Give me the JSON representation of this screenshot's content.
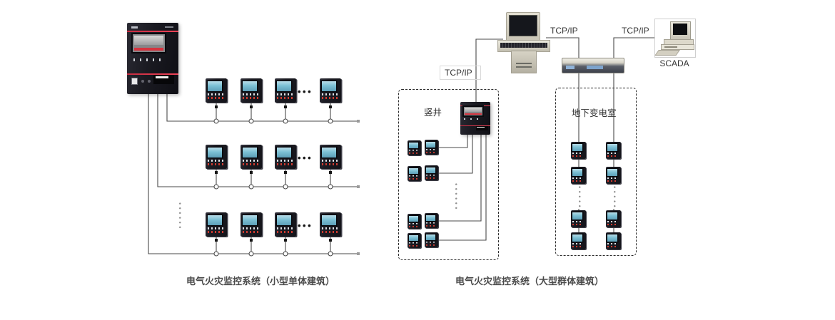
{
  "left_system": {
    "caption": "电气火灾监控系统（小型单体建筑）"
  },
  "right_system": {
    "caption": "电气火灾监控系统（大型群体建筑）",
    "shaft_label": "竖井",
    "substation_label": "地下变电室",
    "scada_label": "SCADA",
    "tcpip_labels": [
      "TCP/IP",
      "TCP/IP",
      "TCP/IP"
    ]
  },
  "glyphs": {
    "h_ellipsis": "•••",
    "v_ellipsis": "••••••",
    "v_ellipsis_short": "•••••"
  },
  "colors": {
    "line": "#4a4a4a",
    "dash": "#2b2b2b",
    "caption": "#4a4a4a",
    "label": "#333333",
    "meter-red": "#cf3a30",
    "dots": "#8f8f8f"
  }
}
